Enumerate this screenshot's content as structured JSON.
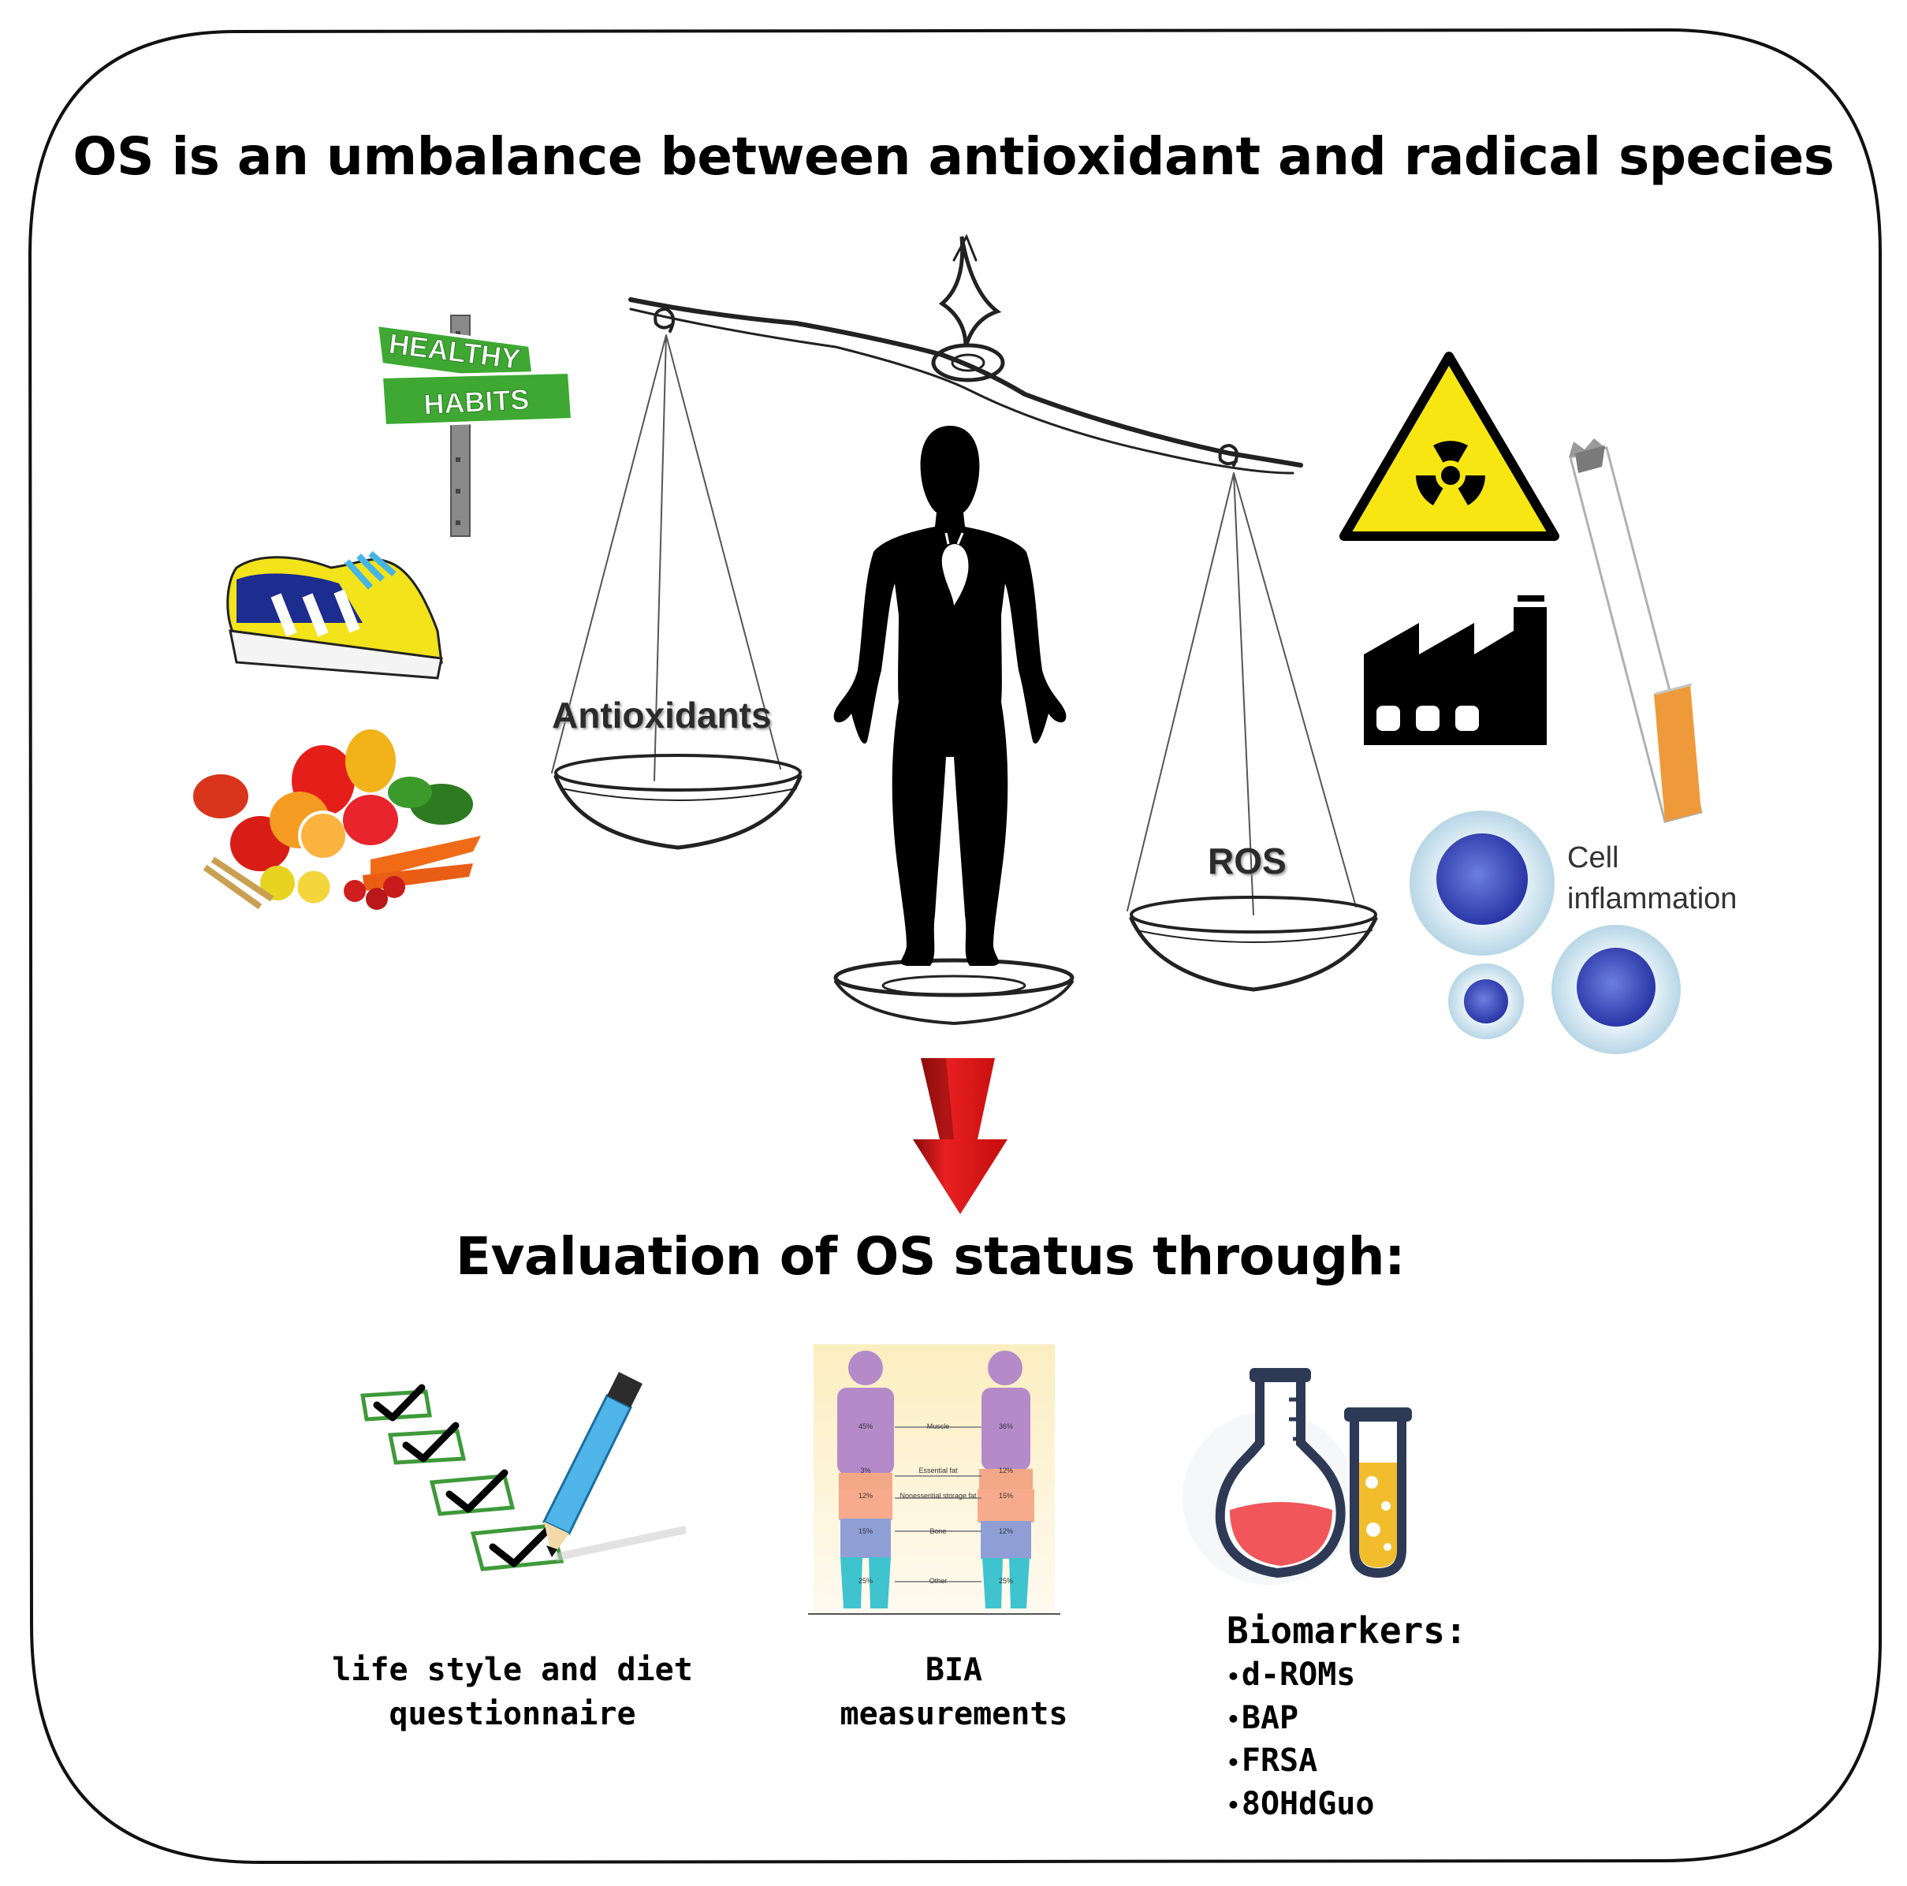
{
  "title": "OS is an umbalance between antioxidant and radical species",
  "scale": {
    "left_label": "Antioxidants",
    "right_label": "ROS"
  },
  "left_factors": {
    "sign_line1": "HEALTHY",
    "sign_line2": "HABITS",
    "icons": [
      "signpost-icon",
      "sneaker-icon",
      "fruit-vegetables-icon"
    ]
  },
  "right_factors": {
    "icons": [
      "radiation-icon",
      "cigarette-icon",
      "factory-icon",
      "cell-icon"
    ],
    "cell_label_line1": "Cell",
    "cell_label_line2": "inflammation"
  },
  "subtitle": "Evaluation of OS status through:",
  "methods": {
    "questionnaire_line1": "life style and diet",
    "questionnaire_line2": "questionnaire",
    "bia_line1": "BIA",
    "bia_line2": "measurements",
    "bia_chart": {
      "rows": [
        "Muscle",
        "Essential fat",
        "Nonessential storage fat",
        "Bone",
        "Other"
      ],
      "male": [
        "45%",
        "3%",
        "12%",
        "15%",
        "25%"
      ],
      "female": [
        "36%",
        "12%",
        "15%",
        "12%",
        "25%"
      ]
    },
    "biomarkers_title": "Biomarkers:",
    "biomarkers": [
      "d-ROMs",
      "BAP",
      "FRSA",
      "8OHdGuo"
    ]
  },
  "colors": {
    "arrow_red": "#e01010",
    "sign_green": "#3ea832",
    "hazard_yellow": "#f7e612",
    "cell_blue": "#3140b0",
    "bia_purple": "#b58ac9",
    "bia_orange": "#f2a887",
    "bia_blue": "#8f9fd6",
    "bia_teal": "#3fc3cf"
  }
}
